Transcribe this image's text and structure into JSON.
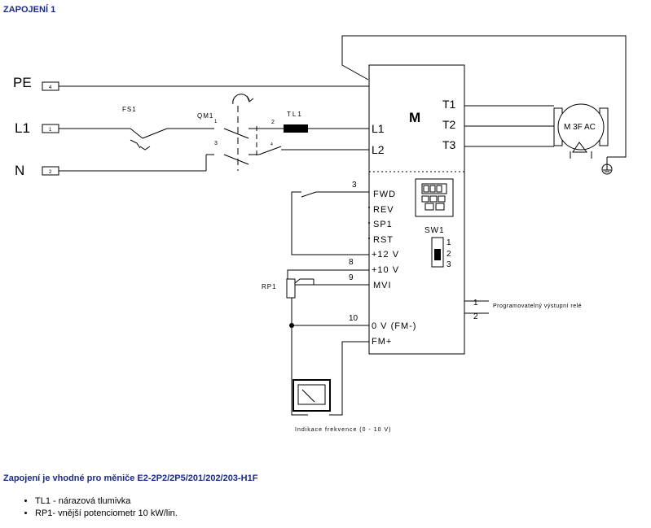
{
  "title": "ZAPOJENÍ 1",
  "inputs": {
    "pe": "PE",
    "l1": "L1",
    "n": "N",
    "pe_term": "4",
    "l1_term": "1",
    "n_term": "2"
  },
  "components": {
    "fs1": "FS1",
    "qm1": "QM1",
    "qm1_sub": "1",
    "tl1": "TL1",
    "qm_contacts": [
      "2",
      "3",
      "4"
    ],
    "rp1": "RP1",
    "motor": "M 3F AC",
    "meter_label": "Indikace frekvence (0 - 10 V)"
  },
  "inverter": {
    "label": "M",
    "power_in": [
      "L1",
      "L2"
    ],
    "outputs": [
      "T1",
      "T2",
      "T3"
    ],
    "control": [
      "FWD",
      "REV",
      "SP1",
      "RST",
      "+12 V",
      "+10 V",
      "MVI",
      "0 V (FM-)",
      "FM+"
    ],
    "sw1": "SW1",
    "sw1_positions": [
      "1",
      "2",
      "3"
    ]
  },
  "wire_numbers": [
    "3",
    "8",
    "9",
    "10"
  ],
  "relay": {
    "terminals": [
      "1",
      "2"
    ],
    "label": "Programovatelný výstupní relé"
  },
  "footer": {
    "heading": "Zapojení je vhodné pro měniče E2-2P2/2P5/201/202/203-H1F",
    "notes": [
      "TL1 - nárazová tlumivka",
      "RP1- vnější potenciometr 10 kW/lin."
    ]
  }
}
